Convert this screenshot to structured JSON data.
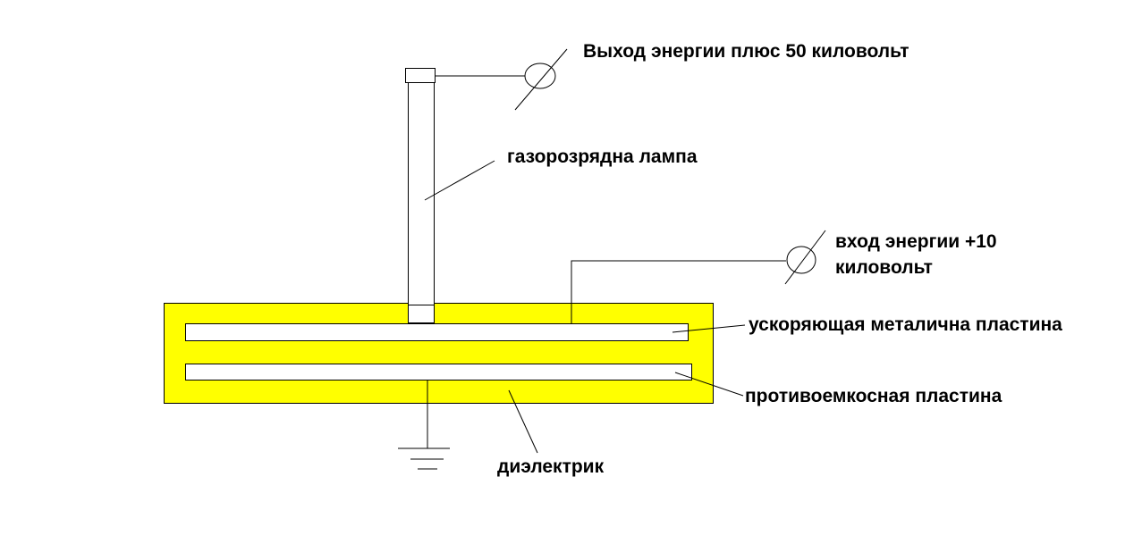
{
  "labels": {
    "output": "Выход энергии плюс 50 киловольт",
    "lamp": "газорозрядна лампа",
    "input_line1": "вход энергии +10",
    "input_line2": "киловольт",
    "accel_plate": "ускоряющая металична пластина",
    "counter_plate": "противоемкосная пластина",
    "dielectric": "диэлектрик"
  },
  "colors": {
    "dielectric": "#ffff00",
    "plate": "#ffffff",
    "line": "#000000",
    "background": "#ffffff"
  }
}
